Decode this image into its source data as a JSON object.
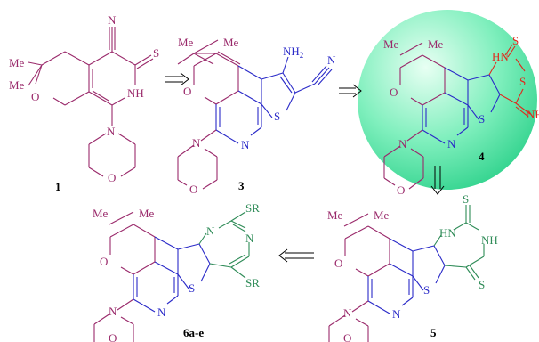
{
  "colors": {
    "purple": "#9a2a6b",
    "blue": "#2a2ac8",
    "green": "#2e8b57",
    "red": "#e0281c",
    "sphere_light": "#d9fbe8",
    "sphere_dark": "#3fdc98"
  },
  "labels": {
    "c1": "1",
    "c3": "3",
    "c4": "4",
    "c5": "5",
    "c6": "6a-e"
  },
  "atoms": {
    "me": "Me",
    "o": "O",
    "n": "N",
    "nh": "NH",
    "hn": "HN",
    "s": "S",
    "sr": "SR",
    "nh2_main": "NH",
    "nh2_sub": "2",
    "nh_trunc": "NH"
  }
}
